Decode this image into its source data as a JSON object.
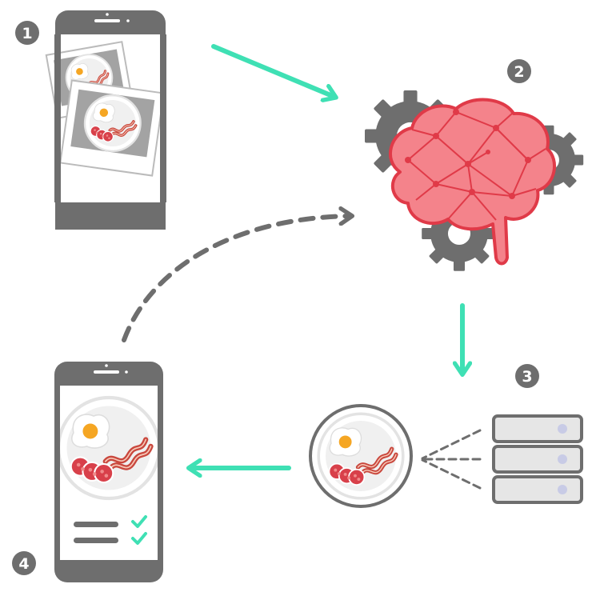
{
  "steps": [
    {
      "number": "1"
    },
    {
      "number": "2"
    },
    {
      "number": "3"
    },
    {
      "number": "4"
    }
  ],
  "colors": {
    "accent_teal": "#3fe0b4",
    "gray_dark": "#6e6e6e",
    "gray_mid": "#9a9a9a",
    "gray_light": "#dcdcdc",
    "brain_fill": "#f4838b",
    "brain_stroke": "#e03a48",
    "egg_yolk": "#f5a623",
    "bacon": "#c9473d",
    "tomato": "#d8404a",
    "server_dot": "#c8cbe6"
  },
  "icons": [
    "phone-photos-icon",
    "gear-icon",
    "brain-network-icon",
    "plate-food-icon",
    "server-stack-icon",
    "phone-result-icon",
    "checkmark-icon"
  ]
}
